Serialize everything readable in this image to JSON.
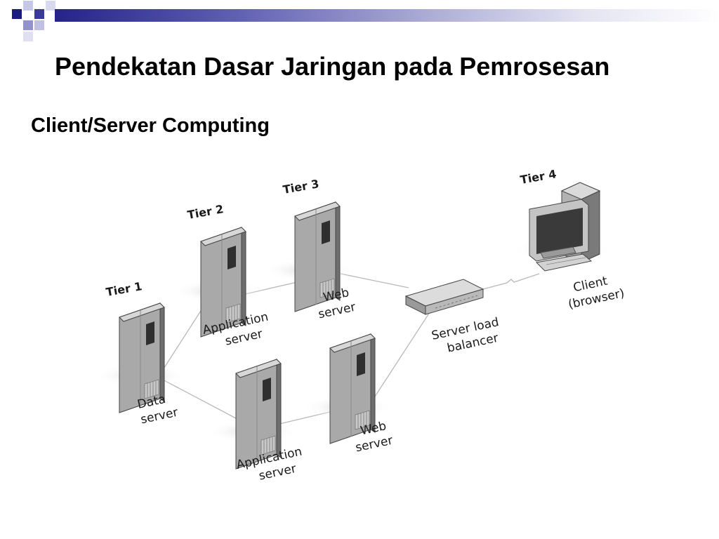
{
  "slide": {
    "title": "Pendekatan Dasar Jaringan pada Pemrosesan",
    "subtitle": "Client/Server Computing"
  },
  "diagram": {
    "tiers": {
      "tier1": "Tier 1",
      "tier2": "Tier 2",
      "tier3": "Tier 3",
      "tier4": "Tier 4"
    },
    "nodes": {
      "data_server": {
        "line1": "Data",
        "line2": "server"
      },
      "app_server_top": {
        "line1": "Application",
        "line2": "server"
      },
      "web_server_top": {
        "line1": "Web",
        "line2": "server"
      },
      "app_server_bottom": {
        "line1": "Application",
        "line2": "server"
      },
      "web_server_bottom": {
        "line1": "Web",
        "line2": "server"
      },
      "load_balancer": {
        "line1": "Server load",
        "line2": "balancer"
      },
      "client": {
        "line1": "Client",
        "line2": "(browser)"
      }
    }
  },
  "colors": {
    "header_accent": "#24248a",
    "header_light": "#9a9ad0",
    "server_front": "#a9a9a9",
    "server_side": "#6e6e6e",
    "server_top": "#d7d7d7",
    "connector": "#b8b8b8"
  }
}
